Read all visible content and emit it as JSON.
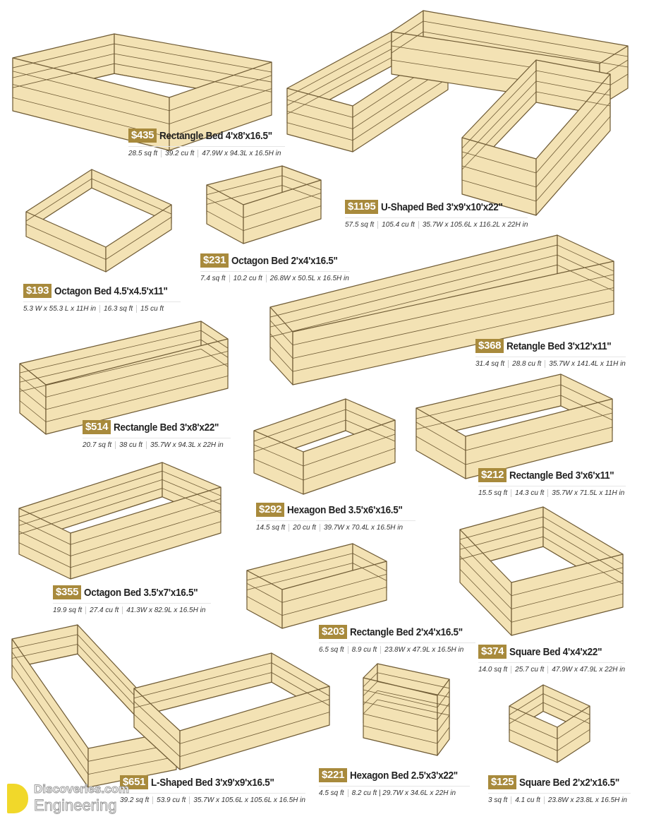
{
  "colors": {
    "badge": "#a88a3c",
    "wood": "#f3e2b4",
    "outline": "#6e5a34"
  },
  "products": [
    {
      "price": "$435",
      "name": "Rectangle Bed 4'x8'x16.5\"",
      "specs": [
        "28.5 sq ft",
        "39.2 cu ft",
        "47.9W x 94.3L x 16.5H in"
      ]
    },
    {
      "price": "$1195",
      "name": "U-Shaped Bed 3'x9'x10'x22\"",
      "specs": [
        "57.5 sq ft",
        "105.4 cu ft",
        "35.7W x 105.6L x 116.2L x 22H in"
      ]
    },
    {
      "price": "$231",
      "name": "Octagon Bed 2'x4'x16.5\"",
      "specs": [
        "7.4 sq ft",
        "10.2 cu ft",
        "26.8W x 50.5L x 16.5H in"
      ]
    },
    {
      "price": "$193",
      "name": "Octagon Bed 4.5'x4.5'x11\"",
      "specs": [
        "5.3 W x 55.3 L x 11H in",
        "16.3 sq ft",
        "15 cu ft"
      ]
    },
    {
      "price": "$368",
      "name": "Retangle Bed 3'x12'x11\"",
      "specs": [
        "31.4 sq ft",
        "28.8 cu ft",
        "35.7W x 141.4L x 11H in"
      ]
    },
    {
      "price": "$514",
      "name": "Rectangle Bed 3'x8'x22\"",
      "specs": [
        "20.7 sq ft",
        "38 cu ft",
        "35.7W x 94.3L x 22H in"
      ]
    },
    {
      "price": "$292",
      "name": "Hexagon Bed 3.5'x6'x16.5\"",
      "specs": [
        "14.5 sq ft",
        "20 cu ft",
        "39.7W x 70.4L x 16.5H in"
      ]
    },
    {
      "price": "$212",
      "name": "Rectangle Bed 3'x6'x11\"",
      "specs": [
        "15.5 sq ft",
        "14.3 cu ft",
        "35.7W x 71.5L x 11H in"
      ]
    },
    {
      "price": "$355",
      "name": "Octagon Bed 3.5'x7'x16.5\"",
      "specs": [
        "19.9 sq ft",
        "27.4 cu ft",
        "41.3W x 82.9L x 16.5H in"
      ]
    },
    {
      "price": "$203",
      "name": "Rectangle Bed 2'x4'x16.5\"",
      "specs": [
        "6.5 sq ft",
        "8.9 cu ft",
        "23.8W x 47.9L x 16.5H in"
      ]
    },
    {
      "price": "$374",
      "name": "Square Bed 4'x4'x22\"",
      "specs": [
        "14.0 sq ft",
        "25.7 cu ft",
        "47.9W x 47.9L x 22H in"
      ]
    },
    {
      "price": "$651",
      "name": "L-Shaped Bed 3'x9'x9'x16.5\"",
      "specs": [
        "39.2 sq ft",
        "53.9 cu ft",
        "35.7W x 105.6L x 105.6L x 16.5H in"
      ]
    },
    {
      "price": "$221",
      "name": "Hexagon Bed 2.5'x3'x22\"",
      "specs": [
        "4.5 sq ft",
        "8.2 cu ft | 29.7W x 34.6L x 22H in"
      ]
    },
    {
      "price": "$125",
      "name": "Square Bed 2'x2'x16.5\"",
      "specs": [
        "3 sq ft",
        "4.1 cu ft",
        "23.8W x 23.8L x 16.5H in"
      ]
    }
  ],
  "logo": {
    "line1": "Discoveries.com",
    "line2": "Engineering"
  }
}
